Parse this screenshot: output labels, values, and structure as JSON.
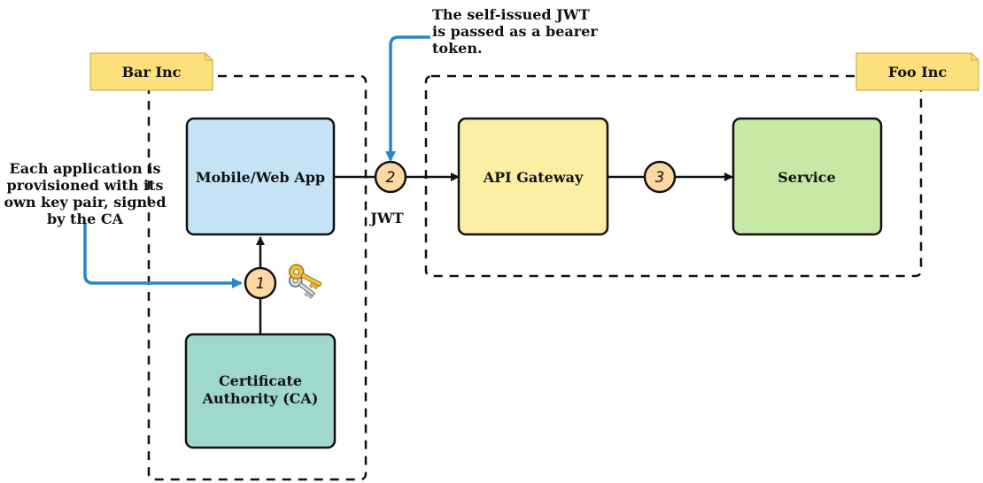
{
  "orgs": {
    "bar": "Bar Inc",
    "foo": "Foo Inc"
  },
  "boxes": {
    "mobile_app": "Mobile/Web App",
    "ca_line1": "Certificate",
    "ca_line2": "Authority (CA)",
    "api_gateway": "API Gateway",
    "service": "Service"
  },
  "steps": {
    "step1": "1",
    "step2": "2",
    "step3": "3"
  },
  "labels": {
    "jwt": "JWT"
  },
  "notes": {
    "left": [
      "Each application is",
      "provisioned with its",
      "own key pair, signed",
      "by the CA"
    ],
    "top": [
      "The self-issued JWT",
      "is passed as a bearer",
      "token."
    ]
  },
  "icons": {
    "key": "key-icon"
  },
  "colors": {
    "note_tab": "#fbe07c",
    "mobile_app": "#c5e3f6",
    "ca": "#9fd9c9",
    "api_gateway": "#fcefa3",
    "service": "#c8e8a6",
    "badge": "#fcd9a3",
    "blue_arrow": "#2a86c8"
  }
}
